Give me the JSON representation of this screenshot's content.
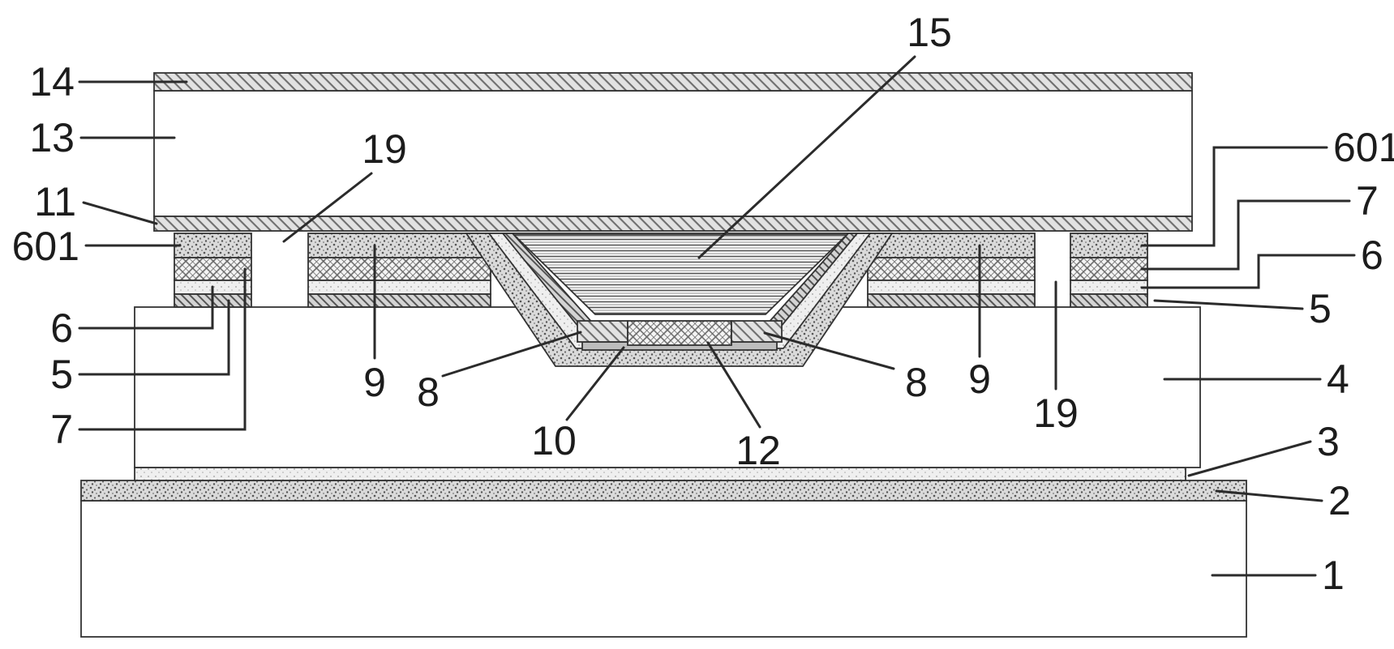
{
  "figure": {
    "background": "#ffffff",
    "stroke_color": "#2b2b2b"
  },
  "labels": {
    "l14": "14",
    "l13": "13",
    "l11": "11",
    "l601_left": "601",
    "l6_left": "6",
    "l5_left": "5",
    "l7_left": "7",
    "l19_top": "19",
    "l15": "15",
    "l9_left": "9",
    "l8_left": "8",
    "l10": "10",
    "l12": "12",
    "l8_right": "8",
    "l9_right": "9",
    "l19_right": "19",
    "l601_right": "601",
    "l7_right": "7",
    "l6_right": "6",
    "l5_right": "5",
    "l4": "4",
    "l3": "3",
    "l2": "2",
    "l1": "1"
  }
}
